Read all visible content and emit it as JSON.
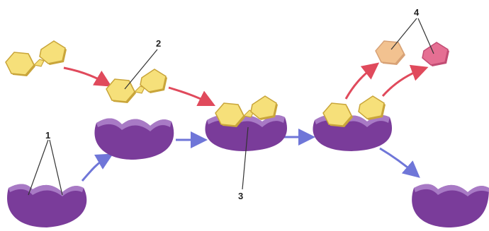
{
  "labels": {
    "one": "1",
    "two": "2",
    "three": "3",
    "four": "4"
  },
  "colors": {
    "enzyme": "#7a3c9a",
    "enzyme_top": "#b48ad0",
    "substrate": "#f6e07a",
    "substrate_edge": "#c9a53a",
    "product_a": "#f2c290",
    "product_b": "#e56f93",
    "arrow_red": "#e04a5c",
    "arrow_blue": "#6f76d8",
    "label_line": "#333333"
  }
}
